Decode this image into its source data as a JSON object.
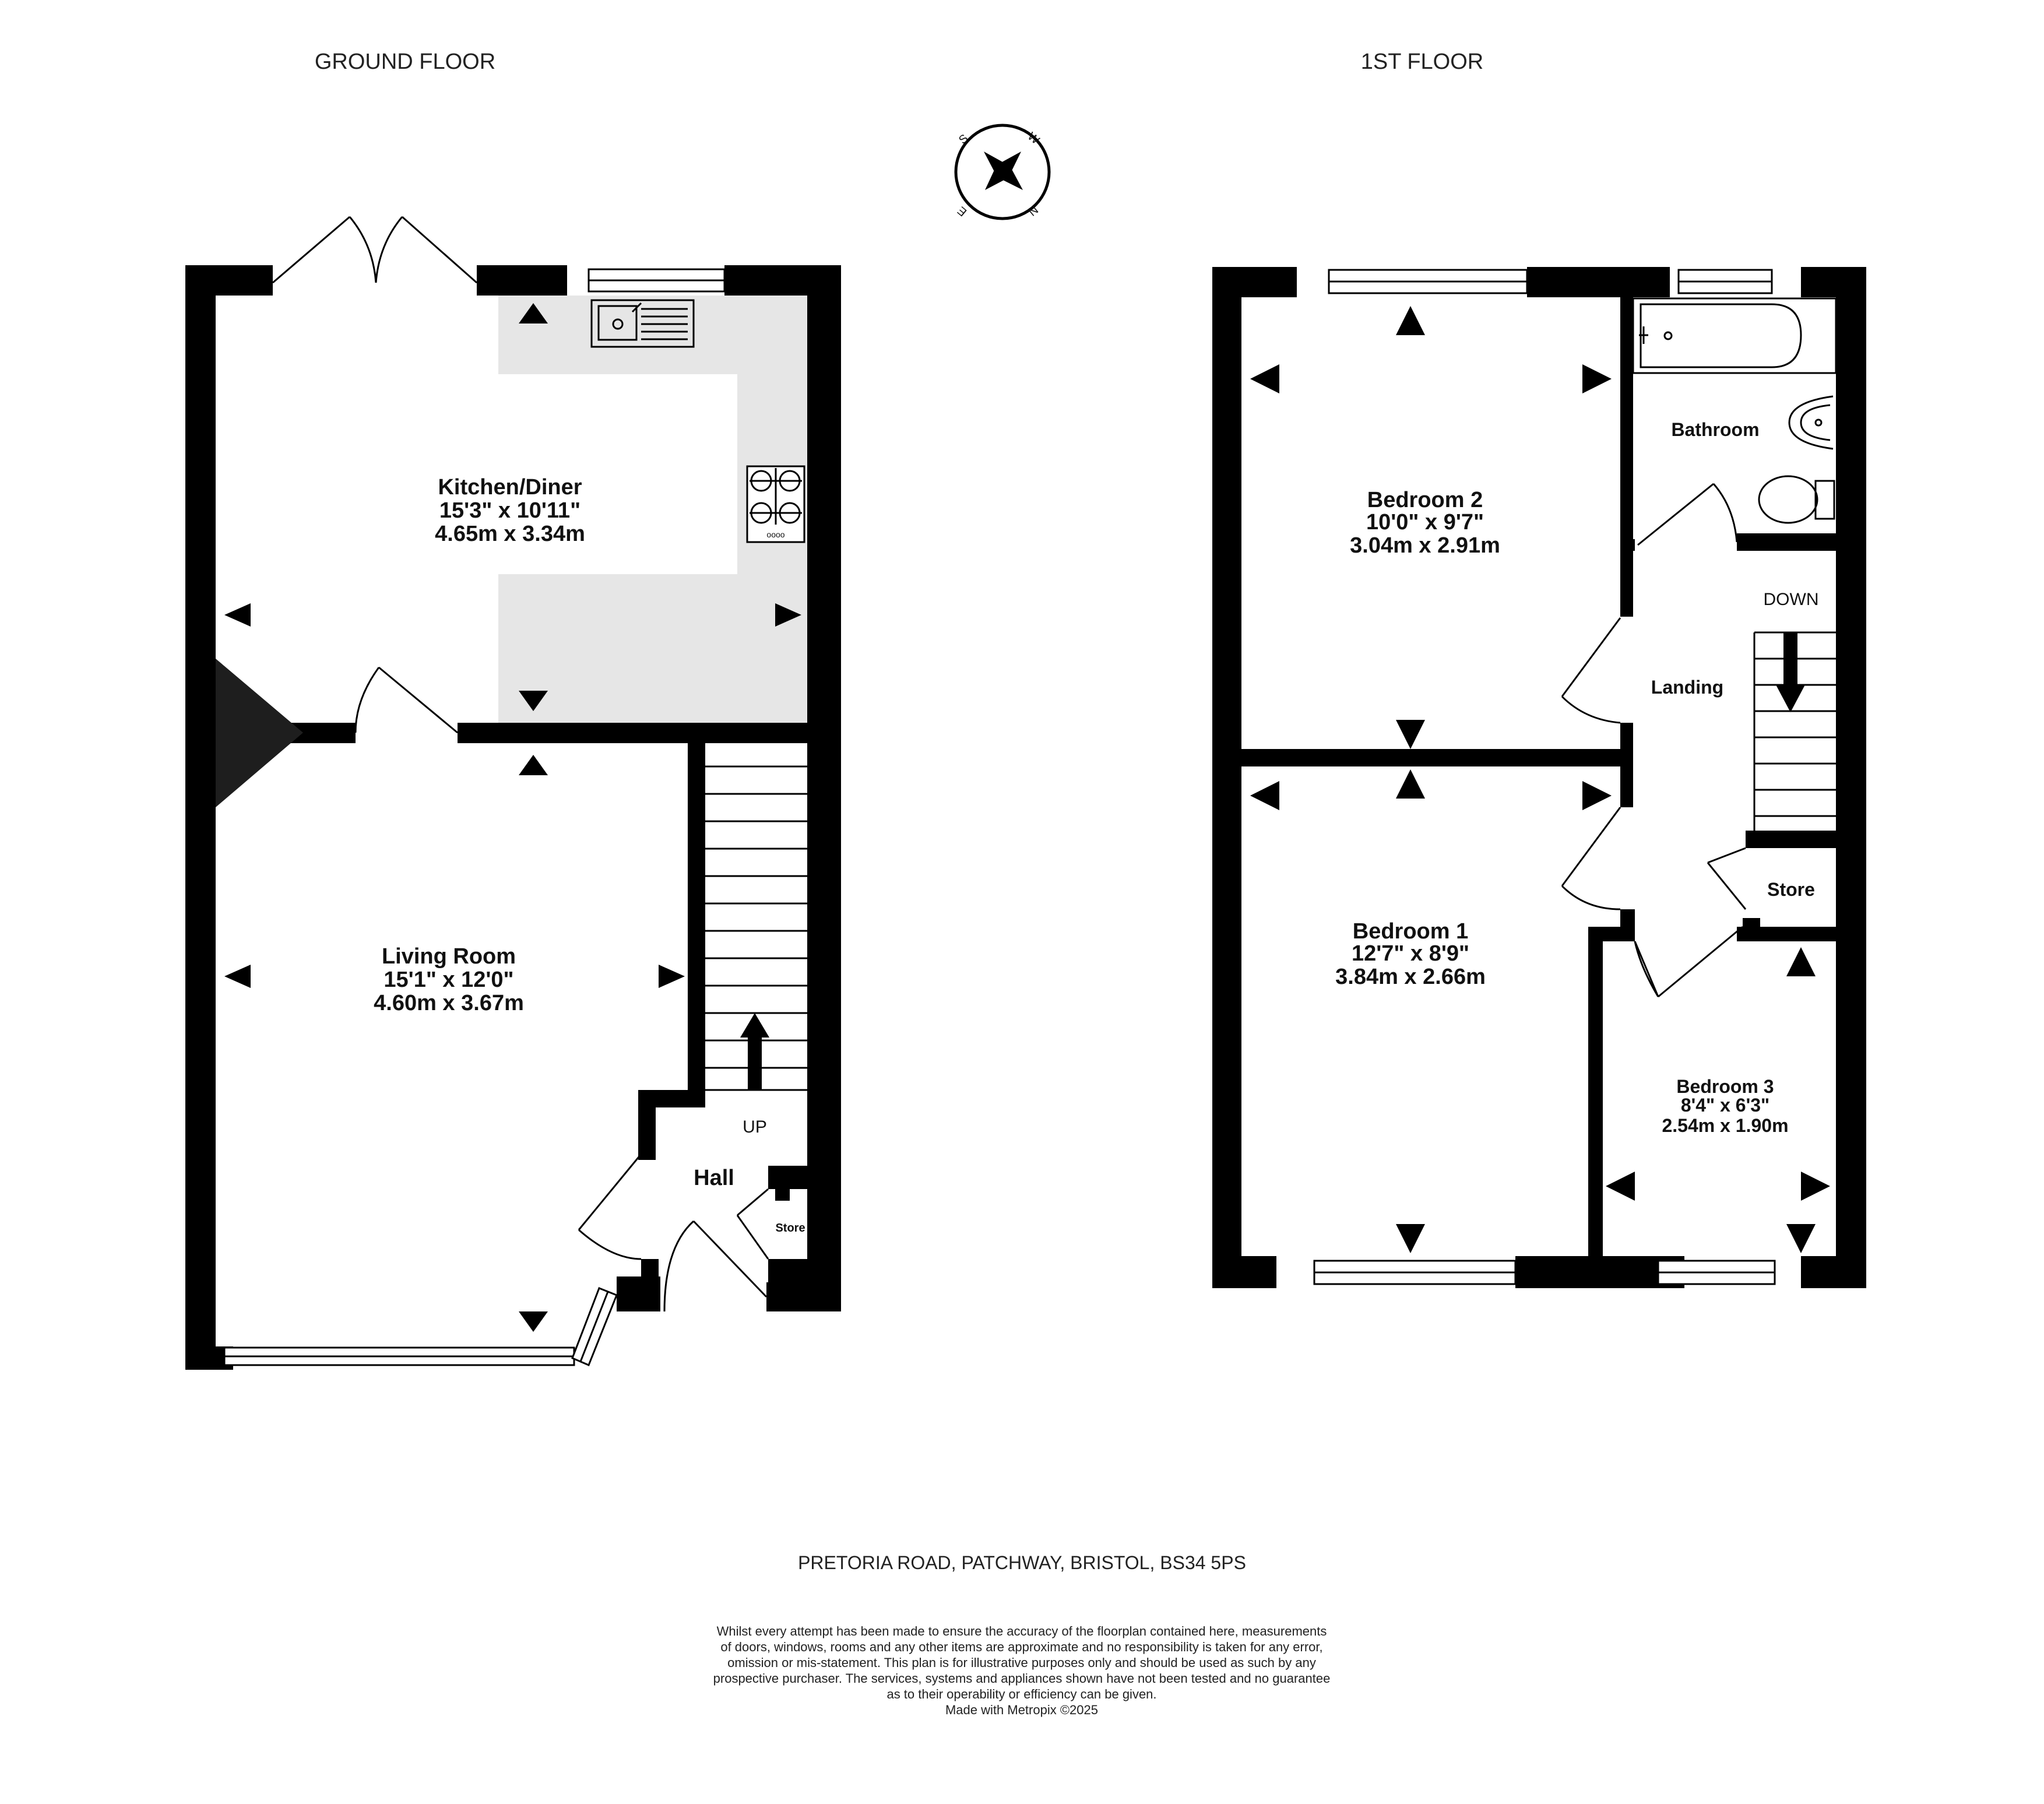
{
  "floors": {
    "ground": {
      "label": "GROUND FLOOR"
    },
    "first": {
      "label": "1ST FLOOR"
    }
  },
  "compass": {
    "letters": [
      "S",
      "W",
      "N",
      "E"
    ]
  },
  "rooms": {
    "kitchen": {
      "name": "Kitchen/Diner",
      "imperial": "15'3\"  x 10'11\"",
      "metric": "4.65m  x 3.34m"
    },
    "living": {
      "name": "Living Room",
      "imperial": "15'1\"  x 12'0\"",
      "metric": "4.60m  x 3.67m"
    },
    "hall": {
      "name": "Hall"
    },
    "hall_store": {
      "name": "Store"
    },
    "bedroom2": {
      "name": "Bedroom 2",
      "imperial": "10'0\"  x 9'7\"",
      "metric": "3.04m  x 2.91m"
    },
    "bathroom": {
      "name": "Bathroom"
    },
    "landing": {
      "name": "Landing"
    },
    "bedroom1": {
      "name": "Bedroom 1",
      "imperial": "12'7\"  x 8'9\"",
      "metric": "3.84m  x 2.66m"
    },
    "landing_store": {
      "name": "Store"
    },
    "bedroom3": {
      "name": "Bedroom 3",
      "imperial": "8'4\"  x 6'3\"",
      "metric": "2.54m  x 1.90m"
    }
  },
  "stairs": {
    "up_label": "UP",
    "down_label": "DOWN"
  },
  "hob_label": "oooo",
  "address": "PRETORIA ROAD, PATCHWAY, BRISTOL, BS34 5PS",
  "disclaimer": [
    "Whilst every attempt has been made to ensure the accuracy of the floorplan contained here, measurements",
    "of doors, windows, rooms and any other items are approximate and no responsibility is taken for any error,",
    "omission or mis-statement. This plan is for illustrative purposes only and should be used as such by any",
    "prospective purchaser. The services, systems and appliances shown have not been tested and no guarantee",
    "as to their operability or efficiency can be given.",
    "Made with Metropix ©2025"
  ],
  "colors": {
    "wall": "#000000",
    "kitchen_units": "#e6e6e6",
    "text": "#111111"
  }
}
